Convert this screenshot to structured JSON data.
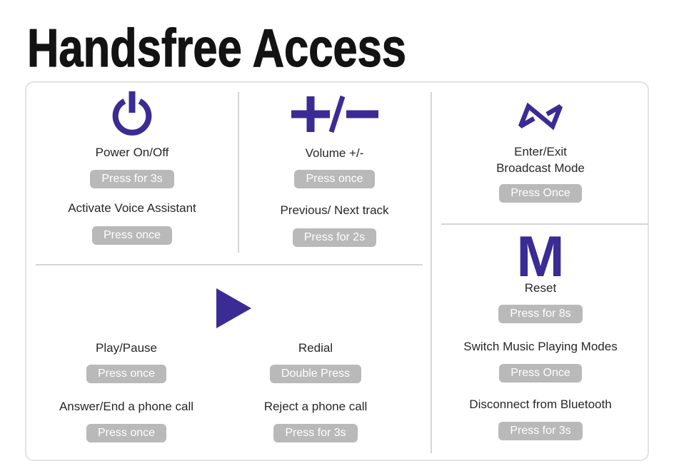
{
  "title": "Handsfree Access",
  "colors": {
    "accent": "#3b2b94",
    "pill_bg": "#b9b9b9",
    "pill_text": "#ffffff"
  },
  "sections": {
    "power": {
      "icon": "power-icon",
      "rows": [
        {
          "label": "Power On/Off",
          "pill": "Press for 3s"
        },
        {
          "label": "Activate Voice Assistant",
          "pill": "Press once"
        }
      ]
    },
    "volume": {
      "icon": "plus-minus-icon",
      "rows": [
        {
          "label": "Volume +/-",
          "pill": "Press once"
        },
        {
          "label": "Previous/ Next track",
          "pill": "Press for 2s"
        }
      ]
    },
    "broadcast": {
      "icon": "broadcast-icon",
      "label_line1": "Enter/Exit",
      "label_line2": "Broadcast Mode",
      "pill": "Press Once"
    },
    "playback": {
      "icon": "play-icon",
      "columns": [
        [
          {
            "label": "Play/Pause",
            "pill": "Press once"
          },
          {
            "label": "Answer/End a phone call",
            "pill": "Press once"
          }
        ],
        [
          {
            "label": "Redial",
            "pill": "Double Press"
          },
          {
            "label": "Reject a phone call",
            "pill": "Press for 3s"
          }
        ]
      ]
    },
    "reset": {
      "icon_letter": "M",
      "rows": [
        {
          "label": "Reset",
          "pill": "Press for 8s"
        },
        {
          "label": "Switch Music Playing Modes",
          "pill": "Press Once"
        },
        {
          "label": "Disconnect from Bluetooth",
          "pill": "Press for 3s"
        }
      ]
    }
  }
}
